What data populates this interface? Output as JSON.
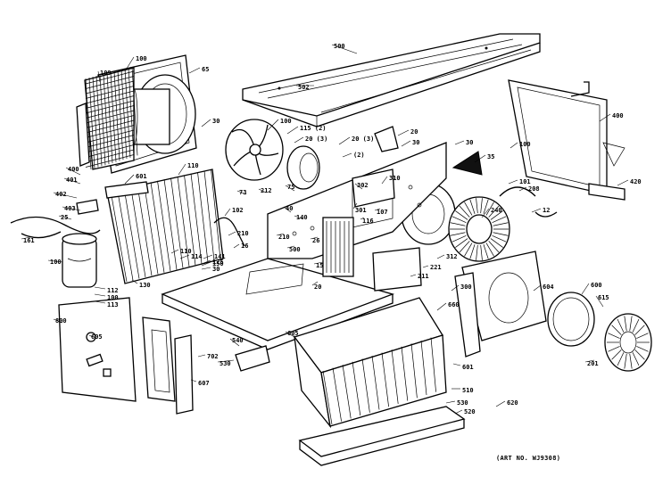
{
  "art_number": "(ART NO. WJ9308)",
  "labels": [
    {
      "id": "top-cover",
      "text": "500"
    },
    {
      "id": "top-cover-b",
      "text": "502"
    },
    {
      "id": "grille-frame",
      "text": "100"
    },
    {
      "id": "grille-mesh",
      "text": "109"
    },
    {
      "id": "grille-frame-b",
      "text": "65"
    },
    {
      "id": "fan-blade",
      "text": "100"
    },
    {
      "id": "screw-a",
      "text": "30"
    },
    {
      "id": "screw-b",
      "text": "115 (2)"
    },
    {
      "id": "screw-c",
      "text": "20 (3)"
    },
    {
      "id": "screw-d",
      "text": "20 (3)"
    },
    {
      "id": "screw-e",
      "text": "20"
    },
    {
      "id": "screw-f",
      "text": "(2)"
    },
    {
      "id": "motor-bracket",
      "text": "30"
    },
    {
      "id": "bracket-2",
      "text": "30"
    },
    {
      "id": "condenser-coil",
      "text": "110"
    },
    {
      "id": "side-panel",
      "text": "400"
    },
    {
      "id": "side-panel-b",
      "text": "100"
    },
    {
      "id": "damper",
      "text": "35"
    },
    {
      "id": "bracket-r",
      "text": "420"
    },
    {
      "id": "gasket",
      "text": "101"
    },
    {
      "id": "wire",
      "text": "12"
    },
    {
      "id": "part-400",
      "text": "400"
    },
    {
      "id": "part-401",
      "text": "401"
    },
    {
      "id": "part-402",
      "text": "402"
    },
    {
      "id": "part-403",
      "text": "403"
    },
    {
      "id": "part-601",
      "text": "601"
    },
    {
      "id": "part-25",
      "text": "25"
    },
    {
      "id": "part-161",
      "text": "161"
    },
    {
      "id": "compressor",
      "text": "100"
    },
    {
      "id": "part-112",
      "text": "112"
    },
    {
      "id": "part-100-grom",
      "text": "100"
    },
    {
      "id": "part-113",
      "text": "113"
    },
    {
      "id": "part-130",
      "text": "130"
    },
    {
      "id": "part-110-c",
      "text": "110"
    },
    {
      "id": "part-114",
      "text": "114"
    },
    {
      "id": "part-125",
      "text": "125"
    },
    {
      "id": "part-30-b",
      "text": "30"
    },
    {
      "id": "part-102",
      "text": "102"
    },
    {
      "id": "part-210",
      "text": "210"
    },
    {
      "id": "part-16",
      "text": "16"
    },
    {
      "id": "part-15",
      "text": "15"
    },
    {
      "id": "part-20-x",
      "text": "20"
    },
    {
      "id": "part-40",
      "text": "40"
    },
    {
      "id": "part-75",
      "text": "75"
    },
    {
      "id": "part-73",
      "text": "73"
    },
    {
      "id": "part-212",
      "text": "212"
    },
    {
      "id": "part-140",
      "text": "140"
    },
    {
      "id": "part-301",
      "text": "301"
    },
    {
      "id": "part-116",
      "text": "116"
    },
    {
      "id": "part-107",
      "text": "107"
    },
    {
      "id": "part-210-b",
      "text": "210"
    },
    {
      "id": "part-26",
      "text": "26"
    },
    {
      "id": "part-500-b",
      "text": "500"
    },
    {
      "id": "part-302",
      "text": "302"
    },
    {
      "id": "part-310",
      "text": "310"
    },
    {
      "id": "blower",
      "text": "240"
    },
    {
      "id": "part-312",
      "text": "312"
    },
    {
      "id": "part-221",
      "text": "221"
    },
    {
      "id": "part-211",
      "text": "211"
    },
    {
      "id": "part-615",
      "text": "615"
    },
    {
      "id": "part-600",
      "text": "600"
    },
    {
      "id": "part-604",
      "text": "604"
    },
    {
      "id": "part-208",
      "text": "208"
    },
    {
      "id": "part-201",
      "text": "201"
    },
    {
      "id": "part-800",
      "text": "800"
    },
    {
      "id": "part-605",
      "text": "605"
    },
    {
      "id": "part-607",
      "text": "607"
    },
    {
      "id": "part-702",
      "text": "702"
    },
    {
      "id": "part-540",
      "text": "540"
    },
    {
      "id": "part-530",
      "text": "530"
    },
    {
      "id": "part-605-b",
      "text": "605"
    },
    {
      "id": "part-300",
      "text": "300"
    },
    {
      "id": "part-601-b",
      "text": "601"
    },
    {
      "id": "part-660",
      "text": "660"
    },
    {
      "id": "part-510",
      "text": "510"
    },
    {
      "id": "part-520",
      "text": "520"
    },
    {
      "id": "part-530-b",
      "text": "530"
    },
    {
      "id": "part-620",
      "text": "620"
    },
    {
      "id": "part-150",
      "text": "150"
    },
    {
      "id": "part-141",
      "text": "141"
    }
  ]
}
